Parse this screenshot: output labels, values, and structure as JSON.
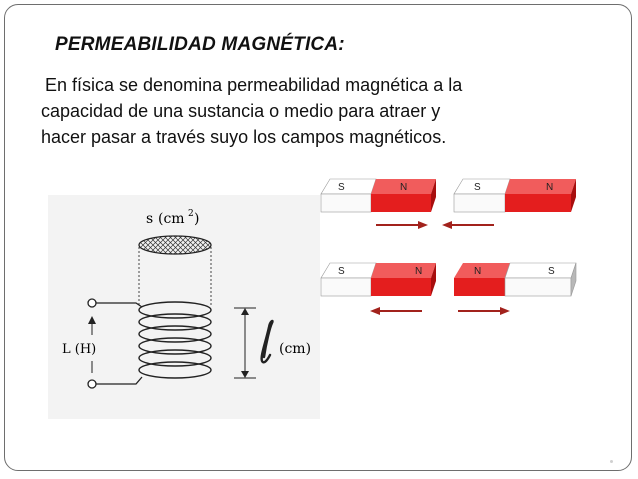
{
  "slide": {
    "title": "PERMEABILIDAD MAGNÉTICA:",
    "body_lines": [
      "En física se denomina permeabilidad magnética a la",
      "capacidad de una sustancia o medio para atraer y",
      "hacer pasar a través suyo los campos magnéticos."
    ]
  },
  "coil_diagram": {
    "area_label_s": "s",
    "area_label_unit": "(cm",
    "area_label_exp": "2",
    "area_label_close": ")",
    "inductance_label": "L (H)",
    "length_label_unit": "(cm)"
  },
  "magnets": {
    "pair_attract": {
      "left": [
        "S",
        "N"
      ],
      "right": [
        "S",
        "N"
      ]
    },
    "pair_repel": {
      "left": [
        "S",
        "N"
      ],
      "right": [
        "N",
        "S"
      ]
    },
    "colors": {
      "red": "#e41e1e",
      "red_top": "#f15c5c",
      "red_side": "#a80e0e",
      "white": "#fafafa",
      "white_top": "#ffffff",
      "white_side": "#b8b8b8",
      "arrow": "#a2221c"
    }
  }
}
